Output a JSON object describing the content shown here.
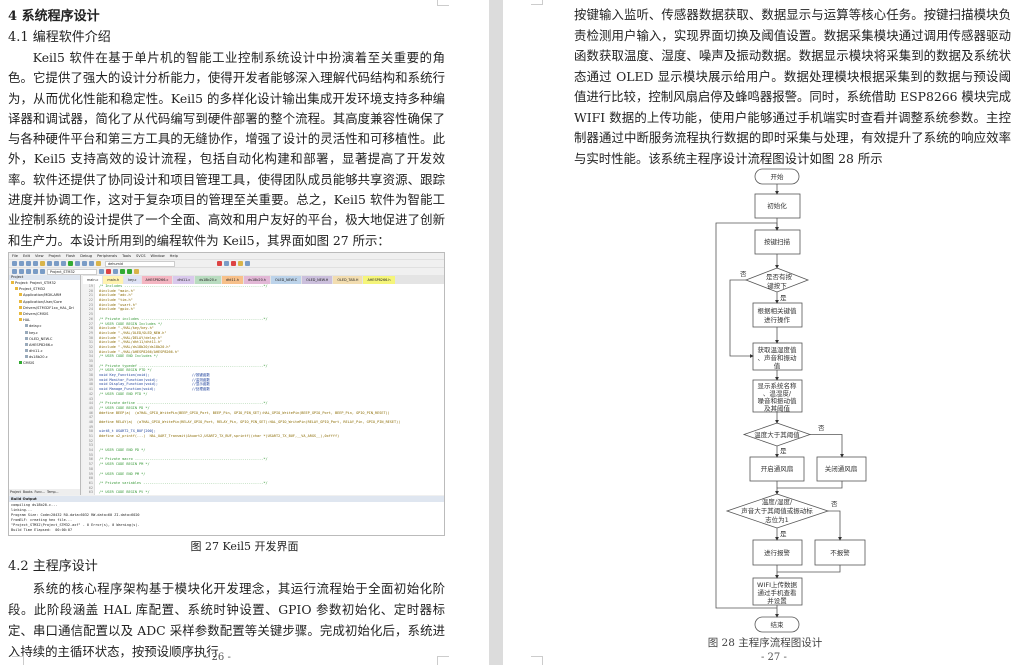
{
  "left_page": {
    "heading": "4  系统程序设计",
    "section_4_1": "4.1  编程软件介绍",
    "para_4_1": "Keil5 软件在基于单片机的智能工业控制系统设计中扮演着至关重要的角色。它提供了强大的设计分析能力，使得开发者能够深入理解代码结构和系统行为，从而优化性能和稳定性。Keil5 的多样化设计输出集成开发环境支持多种编译器和调试器，简化了从代码编写到硬件部署的整个流程。其高度兼容性确保了与各种硬件平台和第三方工具的无缝协作，增强了设计的灵活性和可移植性。此外，Keil5 支持高效的设计流程，包括自动化构建和部署，显著提高了开发效率。软件还提供了协同设计和项目管理工具，使得团队成员能够共享资源、跟踪进度并协调工作，这对于复杂项目的管理至关重要。总之，Keil5 软件为智能工业控制系统的设计提供了一个全面、高效和用户友好的平台，极大地促进了创新和生产力。本设计所用到的编程软件为 Keil5，其界面如图 27 所示：",
    "figure_caption": "图 27    Keil5 开发界面",
    "section_4_2": "4.2  主程序设计",
    "para_4_2": "系统的核心程序架构基于模块化开发理念，其运行流程始于全面初始化阶段。此阶段涵盖 HAL 库配置、系统时钟设置、GPIO 参数初始化、定时器标定、串口通信配置以及 ADC 采样参数配置等关键步骤。完成初始化后，系统进入持续的主循环状态，按预设顺序执行",
    "page_number": "- 26 -"
  },
  "keil": {
    "menu": [
      "File",
      "Edit",
      "View",
      "Project",
      "Flash",
      "Debug",
      "Peripherals",
      "Tools",
      "SVCS",
      "Window",
      "Help"
    ],
    "target": "Project_STM32",
    "search": "dehumid",
    "project_title": "Project",
    "tree": [
      "Project: Project_STM32",
      "Project_STM32",
      "Application/MDK-ARM",
      "Application/User/Core",
      "Drivers/STM32F1xx_HAL_Dri",
      "Drivers/CMSIS",
      "HAL",
      "delay.c",
      "key.c",
      "OLED_NEW.C",
      "AHESP8266.c",
      "dht11.c",
      "ds18b20.c",
      "CMSIS"
    ],
    "panel_tabs": [
      "Project",
      "Books",
      "Func...",
      "Temp..."
    ],
    "tabs": [
      {
        "label": "main.c",
        "color": "#ffffff"
      },
      {
        "label": "main.h",
        "color": "#fff3b0"
      },
      {
        "label": "key.c",
        "color": "#dfe3f5"
      },
      {
        "label": "AHESP8266.c",
        "color": "#f4b6c2"
      },
      {
        "label": "dht11.c",
        "color": "#d9c9ec"
      },
      {
        "label": "ds18b20.c",
        "color": "#b9dcc0"
      },
      {
        "label": "dht11.h",
        "color": "#f7c08a"
      },
      {
        "label": "ds18b20.h",
        "color": "#e2b8d6"
      },
      {
        "label": "OLED_NEW.C",
        "color": "#bcd3ea"
      },
      {
        "label": "OLED_NEW.H",
        "color": "#cbbfdc"
      },
      {
        "label": "OLED_TAB.H",
        "color": "#f2ddb0"
      },
      {
        "label": "AHESP8266.h",
        "color": "#f5f57a"
      }
    ],
    "code": [
      {
        "n": "19",
        "t": "/* Includes ------------------------------------------------------------------*/"
      },
      {
        "n": "20",
        "t": "#include \"main.h\""
      },
      {
        "n": "21",
        "t": "#include \"adc.h\""
      },
      {
        "n": "22",
        "t": "#include \"tim.h\""
      },
      {
        "n": "23",
        "t": "#include \"usart.h\""
      },
      {
        "n": "24",
        "t": "#include \"gpio.h\""
      },
      {
        "n": "25",
        "t": ""
      },
      {
        "n": "26",
        "t": "/* Private includes ----------------------------------------------------------*/"
      },
      {
        "n": "27",
        "t": "/* USER CODE BEGIN Includes */"
      },
      {
        "n": "28",
        "t": "#include \"./HAL/key/key.h\""
      },
      {
        "n": "29",
        "t": "#include \"./HAL/OLED/OLED_NEW.h\""
      },
      {
        "n": "30",
        "t": "#include \"./HAL/DELAY/delay.h\""
      },
      {
        "n": "31",
        "t": "#include \"./HAL/dht11/dht11.h\""
      },
      {
        "n": "32",
        "t": "#include \"./HAL/ds18b20/ds18b20.h\""
      },
      {
        "n": "33",
        "t": "#include \"./HAL/AHESP8266/AHESP8266.h\""
      },
      {
        "n": "34",
        "t": "/* USER CODE END Includes */"
      },
      {
        "n": "35",
        "t": ""
      },
      {
        "n": "36",
        "t": "/* Private typedef -----------------------------------------------------------*/"
      },
      {
        "n": "37",
        "t": "/* USER CODE BEGIN PTD */"
      },
      {
        "n": "38",
        "t": "void Key_Function(void);                    //按键函数"
      },
      {
        "n": "39",
        "t": "void Monitor_Function(void);                //监测函数"
      },
      {
        "n": "40",
        "t": "void Display_Function(void);                //显示函数"
      },
      {
        "n": "41",
        "t": "void Manage_Function(void);                 //处理函数"
      },
      {
        "n": "42",
        "t": "/* USER CODE END PTD */"
      },
      {
        "n": "43",
        "t": ""
      },
      {
        "n": "44",
        "t": "/* Private define ------------------------------------------------------------*/"
      },
      {
        "n": "45",
        "t": "/* USER CODE BEGIN PD */"
      },
      {
        "n": "46",
        "t": "#define BEEP(a)  (a?HAL_GPIO_WritePin(BEEP_GPIO_Port, BEEP_Pin, GPIO_PIN_SET):HAL_GPIO_WritePin(BEEP_GPIO_Port, BEEP_Pin, GPIO_PIN_RESET))"
      },
      {
        "n": "47",
        "t": ""
      },
      {
        "n": "48",
        "t": "#define RELAY(a)  (a?HAL_GPIO_WritePin(RELAY_GPIO_Port, RELAY_Pin, GPIO_PIN_SET):HAL_GPIO_WritePin(RELAY_GPIO_Port, RELAY_Pin, GPIO_PIN_RESET))"
      },
      {
        "n": "49",
        "t": ""
      },
      {
        "n": "50",
        "t": "uint8_t USART2_TX_BUF[200];"
      },
      {
        "n": "51",
        "t": "#define u2_printf(...)  HAL_UART_Transmit(&huart2,USART2_TX_BUF,sprintf((char *)USART2_TX_BUF,__VA_ARGS__),0xffff)"
      },
      {
        "n": "52",
        "t": ""
      },
      {
        "n": "53",
        "t": ""
      },
      {
        "n": "54",
        "t": "/* USER CODE END PD */"
      },
      {
        "n": "55",
        "t": ""
      },
      {
        "n": "56",
        "t": "/* Private macro -------------------------------------------------------------*/"
      },
      {
        "n": "57",
        "t": "/* USER CODE BEGIN PM */"
      },
      {
        "n": "58",
        "t": ""
      },
      {
        "n": "59",
        "t": "/* USER CODE END PM */"
      },
      {
        "n": "60",
        "t": ""
      },
      {
        "n": "61",
        "t": "/* Private variables ---------------------------------------------------------*/"
      },
      {
        "n": "62",
        "t": ""
      },
      {
        "n": "63",
        "t": "/* USER CODE BEGIN PV */"
      }
    ],
    "build_output_title": "Build Output",
    "build_output": [
      "compiling ds18b20.c...",
      "linking...",
      "Program Size: Code=20432 RO-data=6032 RW-data=60 ZI-data=6020",
      "FromELF: creating hex file...",
      "\"Project_STM32\\Project_STM32.axf\" - 0 Error(s), 0 Warning(s).",
      "Build Time Elapsed:  00:00:07"
    ]
  },
  "right_page": {
    "para": "按键输入监听、传感器数据获取、数据显示与运算等核心任务。按键扫描模块负责检测用户输入，实现界面切换及阈值设置。数据采集模块通过调用传感器驱动函数获取温度、湿度、噪声及振动数据。数据显示模块将采集到的数据及系统状态通过 OLED 显示模块展示给用户。数据处理模块根据采集到的数据与预设阈值进行比较，控制风扇启停及蜂鸣器报警。同时，系统借助 ESP8266 模块完成 WIFI 数据的上传功能，使用户能够通过手机端实时查看并调整系统参数。主控制器通过中断服务流程执行数据的即时采集与处理，有效提升了系统的响应效率与实时性能。该系统主程序设计流程图设计如图 28 所示",
    "flowchart": {
      "start": "开始",
      "init": "初始化",
      "scan": "按键扫描",
      "key_pressed": [
        "是否有按",
        "键按下"
      ],
      "key_op": [
        "根据相关键值",
        "进行操作"
      ],
      "acquire": [
        "获取温湿度值",
        "、声音和振动",
        "值"
      ],
      "display": [
        "显示系统名称",
        "、温湿度/",
        "噪音和振动值",
        "及其阈值"
      ],
      "temp_check": "温度大于其阈值",
      "fan_on": "开启通风扇",
      "fan_off": "关闭通风扇",
      "alarm_check": [
        "温度/湿度/",
        "声音大于其阈值或振动标",
        "志位为1"
      ],
      "alarm_on": "进行报警",
      "alarm_off": "不报警",
      "wifi": [
        "WIFI上传数据",
        "通过手机查看",
        "并设置"
      ],
      "end": "结束",
      "yes": "是",
      "no": "否"
    },
    "figure_caption": "图 28  主程序流程图设计",
    "page_number": "- 27 -"
  }
}
